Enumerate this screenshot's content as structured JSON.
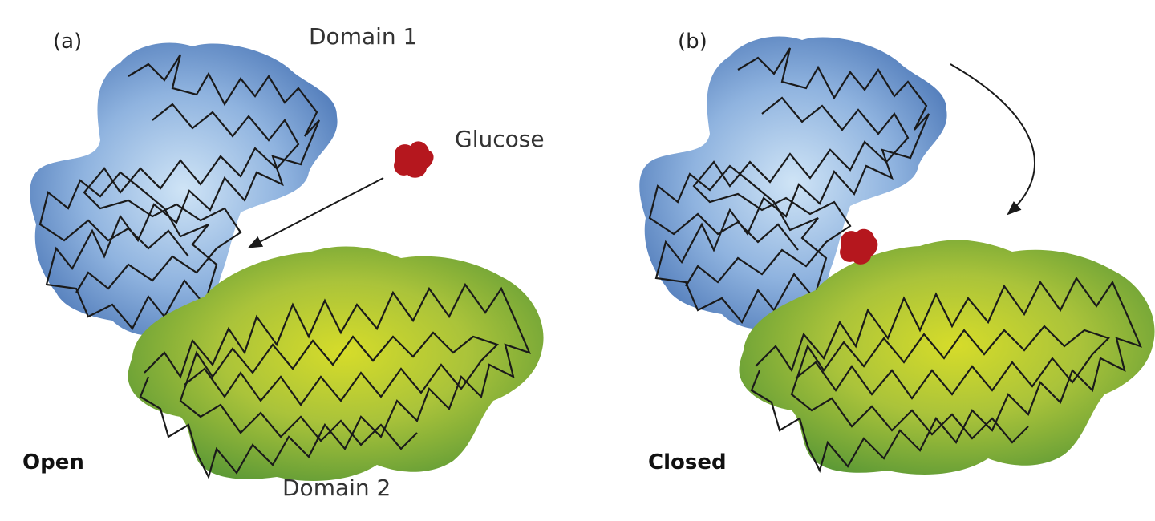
{
  "panels": [
    {
      "id": "a",
      "label": "(a)",
      "state": "Open",
      "domain1_label": "Domain 1",
      "domain2_label": "Domain 2",
      "ligand_label": "Glucose"
    },
    {
      "id": "b",
      "label": "(b)",
      "state": "Closed"
    }
  ],
  "colors": {
    "domain1_center": "#cfe4f6",
    "domain1_edge": "#4e79b8",
    "domain2_center": "#d6dc2a",
    "domain2_edge": "#5e9a36",
    "glucose": "#b5171e",
    "chain": "#1a1a1a",
    "arrow": "#1a1a1a"
  }
}
